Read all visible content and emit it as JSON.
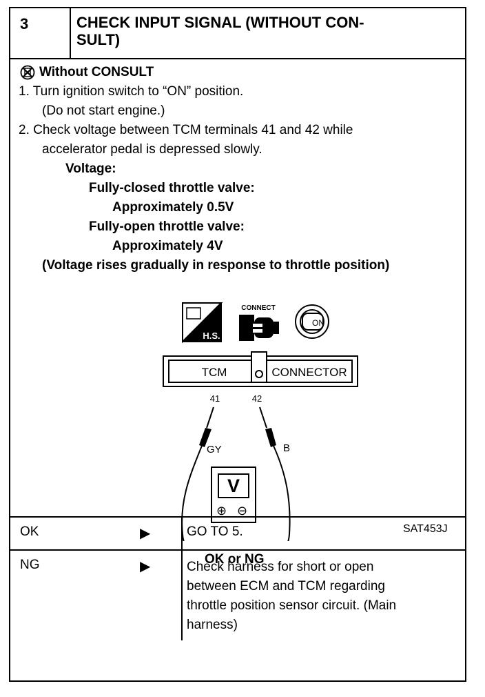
{
  "header": {
    "step_number": "3",
    "title_line1": "CHECK INPUT SIGNAL (WITHOUT CON-",
    "title_line2": "SULT)"
  },
  "body": {
    "mode_label": "Without CONSULT",
    "steps": [
      "1. Turn ignition switch to “ON” position.",
      "(Do not start engine.)",
      "2. Check voltage between TCM terminals 41 and 42 while",
      "accelerator pedal is depressed slowly."
    ],
    "voltage_label": "Voltage:",
    "closed_label": "Fully-closed throttle valve:",
    "closed_value": "Approximately 0.5V",
    "open_label": "Fully-open throttle valve:",
    "open_value": "Approximately 4V",
    "note": "(Voltage rises gradually in response to throttle position)"
  },
  "diagram": {
    "hs_label": "H.S.",
    "connect_label": "CONNECT",
    "on_label": "ON",
    "tcm_label": "TCM",
    "connector_label": "CONNECTOR",
    "terminal_1": "41",
    "terminal_2": "42",
    "wire_1": "GY",
    "wire_2": "B",
    "meter_label": "V",
    "plus": "⊕",
    "minus": "⊖",
    "figure_code": "SAT453J"
  },
  "result": {
    "question": "OK or NG",
    "rows": [
      {
        "label": "OK",
        "arrow": "▶",
        "action": [
          "GO TO 5."
        ]
      },
      {
        "label": "NG",
        "arrow": "▶",
        "action": [
          "Check harness for short or open",
          "between ECM and TCM regarding",
          "throttle position sensor circuit. (Main",
          "harness)"
        ]
      }
    ]
  }
}
